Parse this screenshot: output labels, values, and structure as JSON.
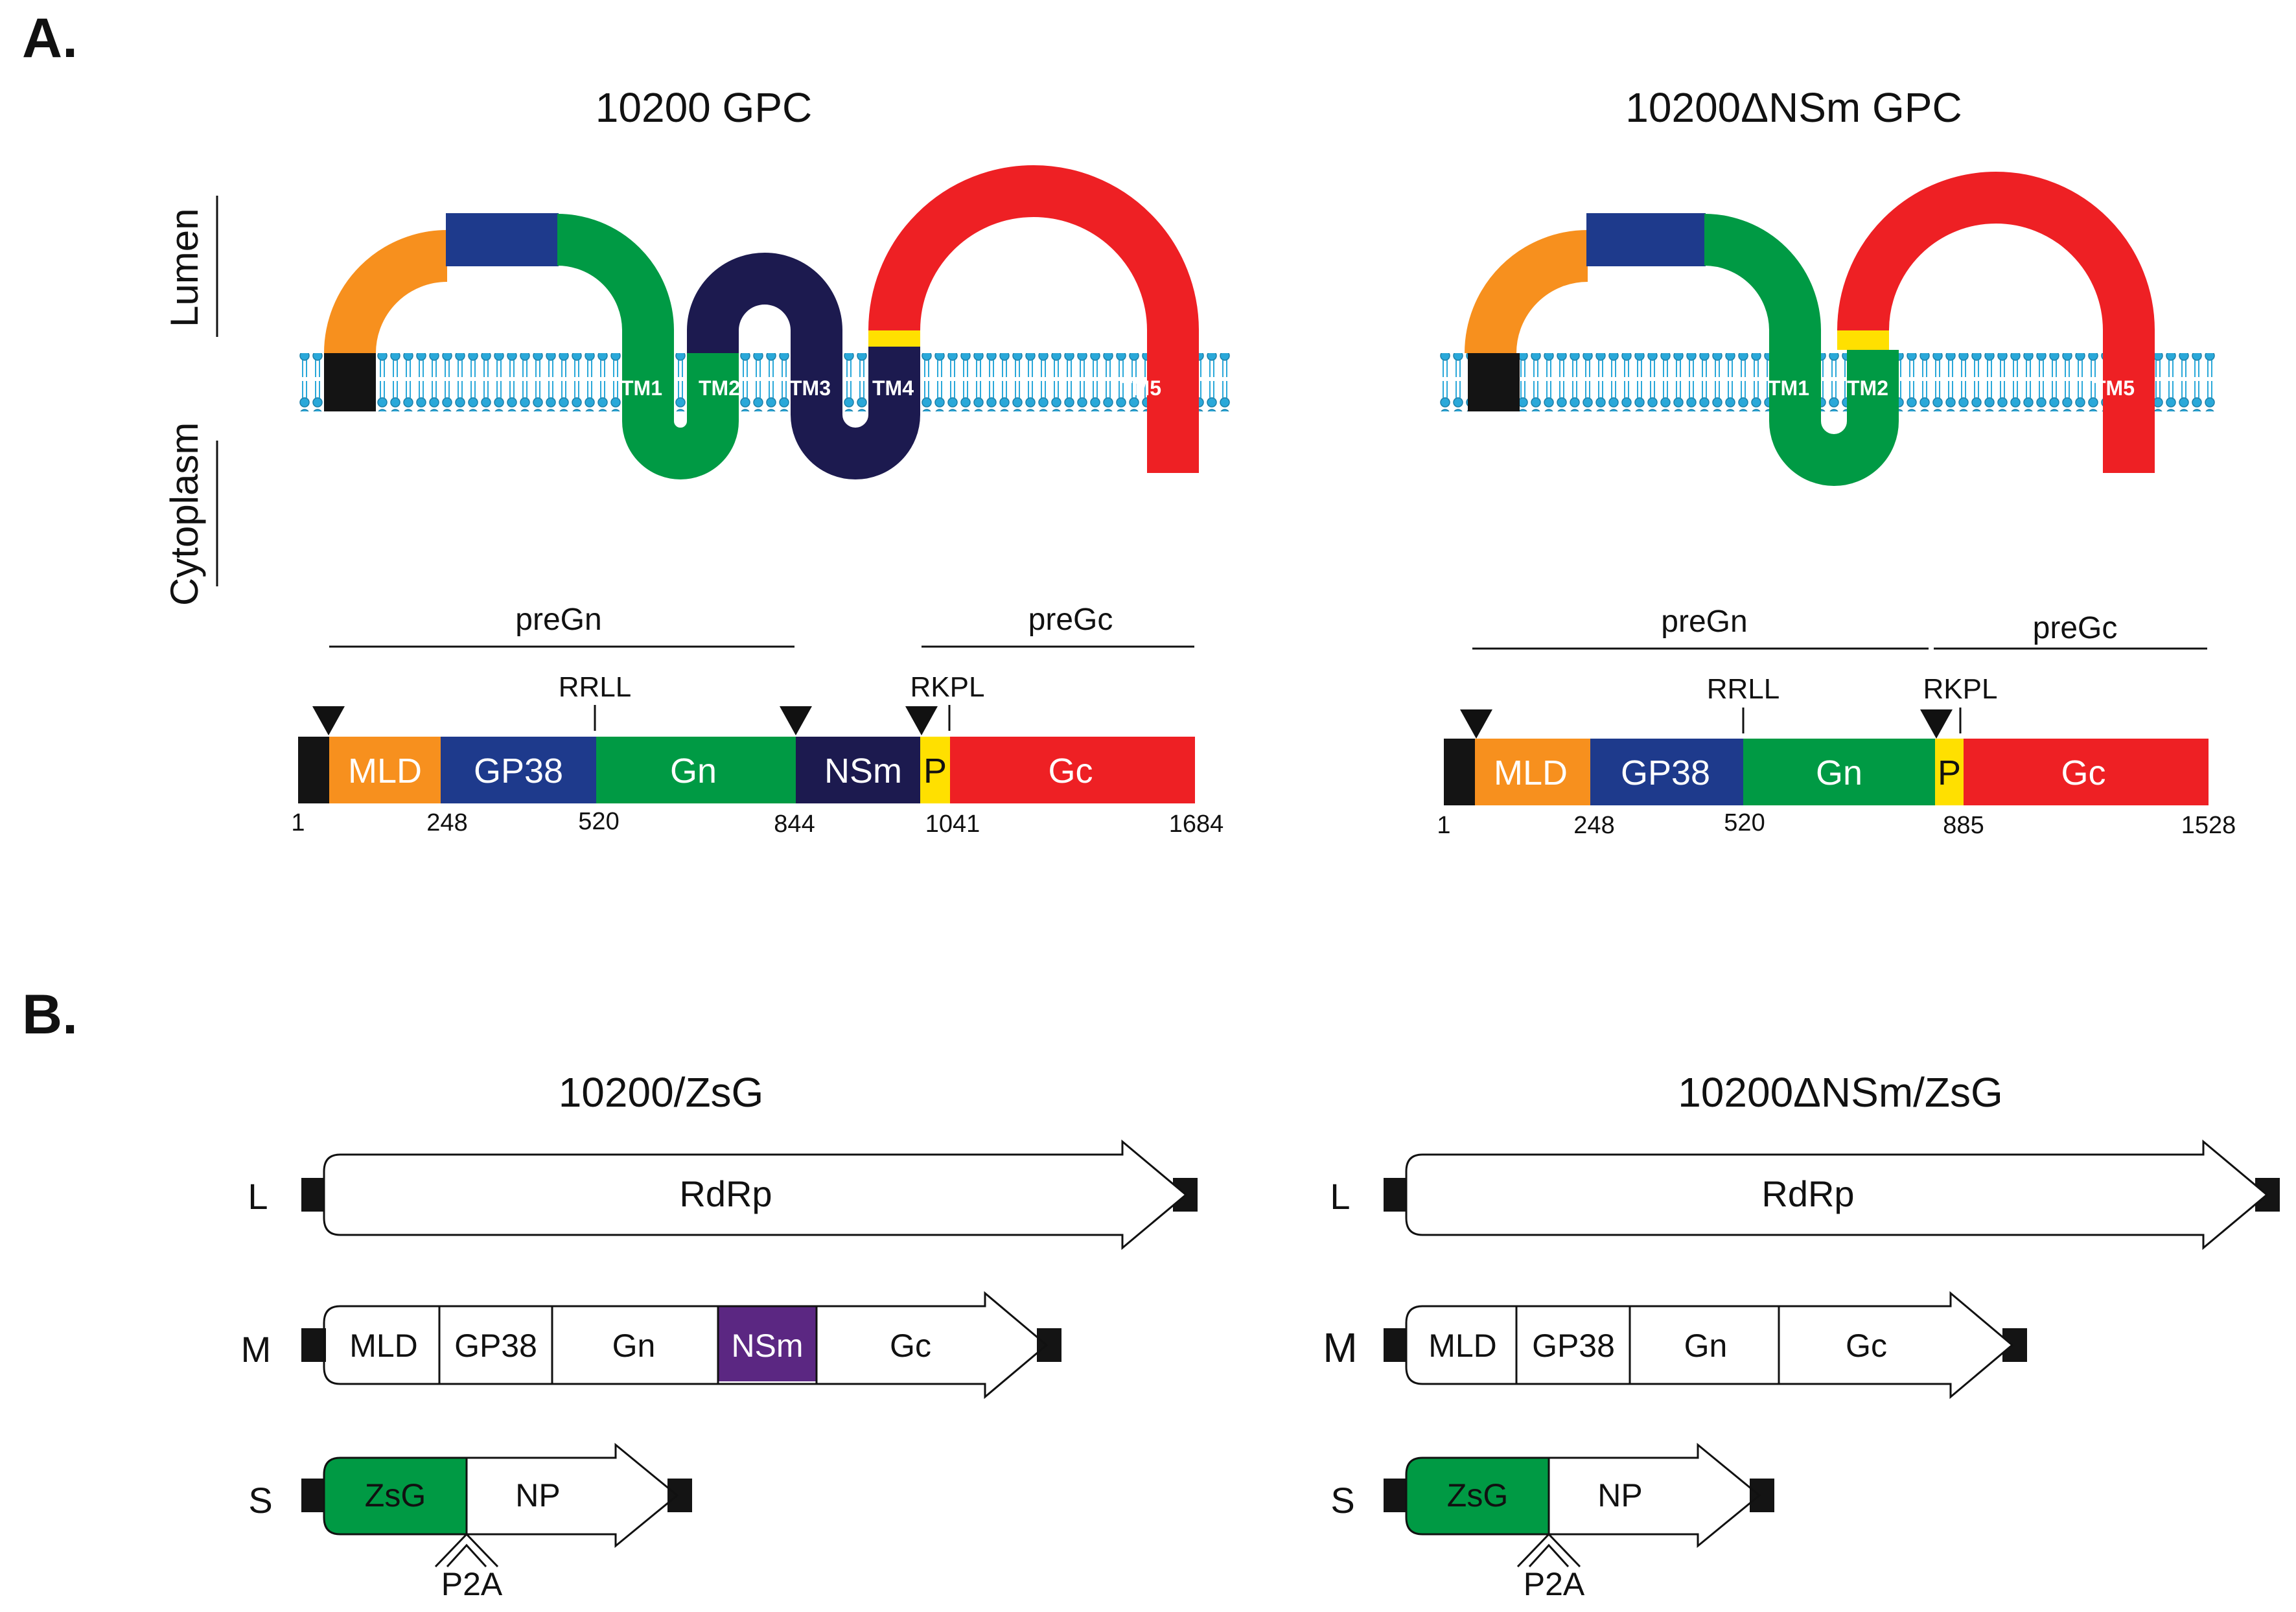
{
  "panel_a": {
    "label": "A.",
    "compartments": {
      "lumen": "Lumen",
      "cytoplasm": "Cytoplasm"
    },
    "left": {
      "title": "10200 GPC",
      "tm_labels": [
        "TM1",
        "TM2",
        "TM3",
        "TM4",
        "TM5"
      ],
      "region_pregn": "preGn",
      "region_pregc": "preGc",
      "motif_rrll": "RRLL",
      "motif_rkpl": "RKPL",
      "domains": [
        "MLD",
        "GP38",
        "Gn",
        "NSm",
        "P",
        "Gc"
      ],
      "positions": [
        "1",
        "248",
        "520",
        "844",
        "1041",
        "1684"
      ]
    },
    "right": {
      "title": "10200ΔNSm GPC",
      "tm_labels": [
        "TM1",
        "TM2",
        "TM5"
      ],
      "region_pregn": "preGn",
      "region_pregc": "preGc",
      "motif_rrll": "RRLL",
      "motif_rkpl": "RKPL",
      "domains": [
        "MLD",
        "GP38",
        "Gn",
        "P",
        "Gc"
      ],
      "positions": [
        "1",
        "248",
        "520",
        "885",
        "1528"
      ]
    },
    "colors": {
      "signal": "#141414",
      "mld": "#F7901E",
      "gp38": "#1E3A8C",
      "gn": "#009A44",
      "nsm": "#1C1A4F",
      "p": "#FFE000",
      "gc": "#EE2024",
      "membrane": "#2AA8D9"
    }
  },
  "panel_b": {
    "label": "B.",
    "left": {
      "title": "10200/ZsG",
      "segments": {
        "l": "L",
        "m": "M",
        "s": "S"
      },
      "l_genes": [
        "RdRp"
      ],
      "m_genes": [
        "MLD",
        "GP38",
        "Gn",
        "NSm",
        "Gc"
      ],
      "s_genes": [
        "ZsG",
        "NP"
      ],
      "p2a": "P2A"
    },
    "right": {
      "title": "10200ΔNSm/ZsG",
      "segments": {
        "l": "L",
        "m": "M",
        "s": "S"
      },
      "l_genes": [
        "RdRp"
      ],
      "m_genes": [
        "MLD",
        "GP38",
        "Gn",
        "Gc"
      ],
      "s_genes": [
        "ZsG",
        "NP"
      ],
      "p2a": "P2A"
    },
    "colors": {
      "nsm": "#5B2782",
      "zsg": "#009A44"
    }
  }
}
